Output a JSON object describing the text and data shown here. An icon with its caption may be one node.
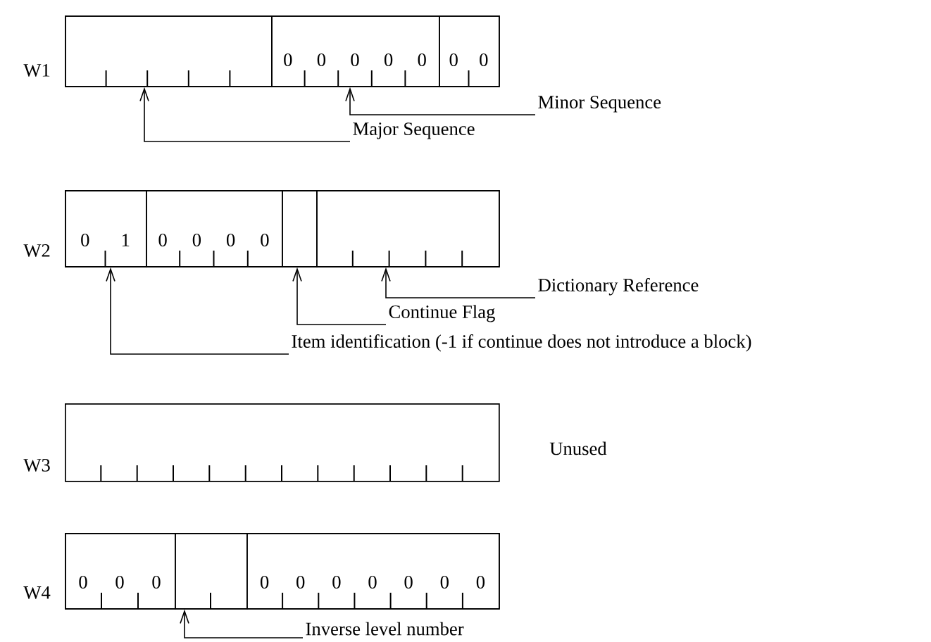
{
  "diagram": {
    "nodes": [
      {
        "text": [
          "W1"
        ]
      },
      {
        "text": [],
        "shape": "box",
        "in": 0
      },
      {
        "text": [
          "0",
          "0",
          "0",
          "0",
          "0"
        ],
        "in": 0
      },
      {
        "text": [
          "0",
          "0"
        ],
        "in": 0
      },
      {
        "text": [
          "Minor Sequence"
        ]
      },
      {
        "text": [
          "Major Sequence"
        ]
      },
      {
        "text": [
          "W2"
        ]
      },
      {
        "text": [
          "0",
          "1"
        ],
        "in": 6
      },
      {
        "text": [
          "0",
          "0",
          "0",
          "0"
        ],
        "in": 6
      },
      {
        "text": [],
        "shape": "box",
        "in": 6
      },
      {
        "text": [],
        "shape": "box",
        "in": 6
      },
      {
        "text": [
          "Dictionary Reference"
        ]
      },
      {
        "text": [
          "Continue Flag"
        ]
      },
      {
        "text": [
          "Item identification (-1 if continue does not introduce  a block)"
        ]
      },
      {
        "text": [
          "W3"
        ],
        "beside": [
          "Unused"
        ]
      },
      {
        "text": [
          "W4"
        ]
      },
      {
        "text": [
          "0",
          "0",
          "0"
        ],
        "in": 15
      },
      {
        "text": [],
        "shape": "box",
        "in": 15
      },
      {
        "text": [
          "0",
          "0",
          "0",
          "0",
          "0",
          "0",
          "0"
        ],
        "in": 15
      },
      {
        "text": [
          "Inverse level number"
        ]
      }
    ],
    "edges": [
      {
        "from": 4,
        "to": 2,
        "arrow": "to"
      },
      {
        "from": 5,
        "to": 1,
        "arrow": "to"
      },
      {
        "from": 11,
        "to": 10,
        "arrow": "to"
      },
      {
        "from": 12,
        "to": 9,
        "arrow": "to"
      },
      {
        "from": 13,
        "to": 7,
        "arrow": "to"
      },
      {
        "from": 19,
        "to": 17,
        "arrow": "to"
      }
    ]
  }
}
